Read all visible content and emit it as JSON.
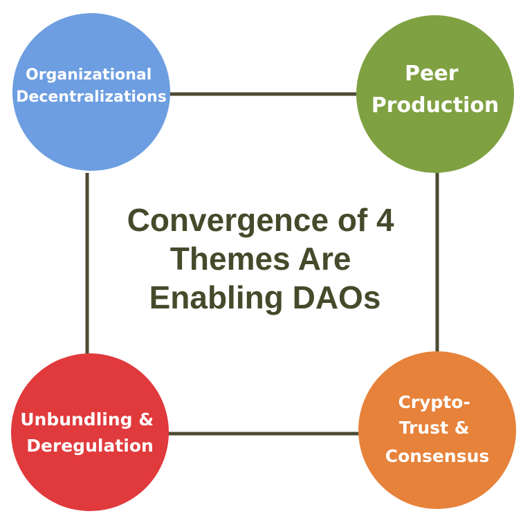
{
  "title_lines": [
    "Convergence of 4",
    "Themes Are",
    "Enabling DAOs"
  ],
  "themes": [
    {
      "lines": [
        "Organizational",
        "Decentralizations"
      ],
      "color": "#6d9ee1"
    },
    {
      "lines": [
        "Peer",
        "Production"
      ],
      "color": "#7fa142"
    },
    {
      "lines": [
        "Unbundling &",
        "Deregulation"
      ],
      "color": "#e03a3d"
    },
    {
      "lines": [
        "Crypto-",
        "Trust &",
        "Consensus"
      ],
      "color": "#e6823a"
    }
  ],
  "connector_color": "#4d4a33",
  "title_color": "#464a2b"
}
